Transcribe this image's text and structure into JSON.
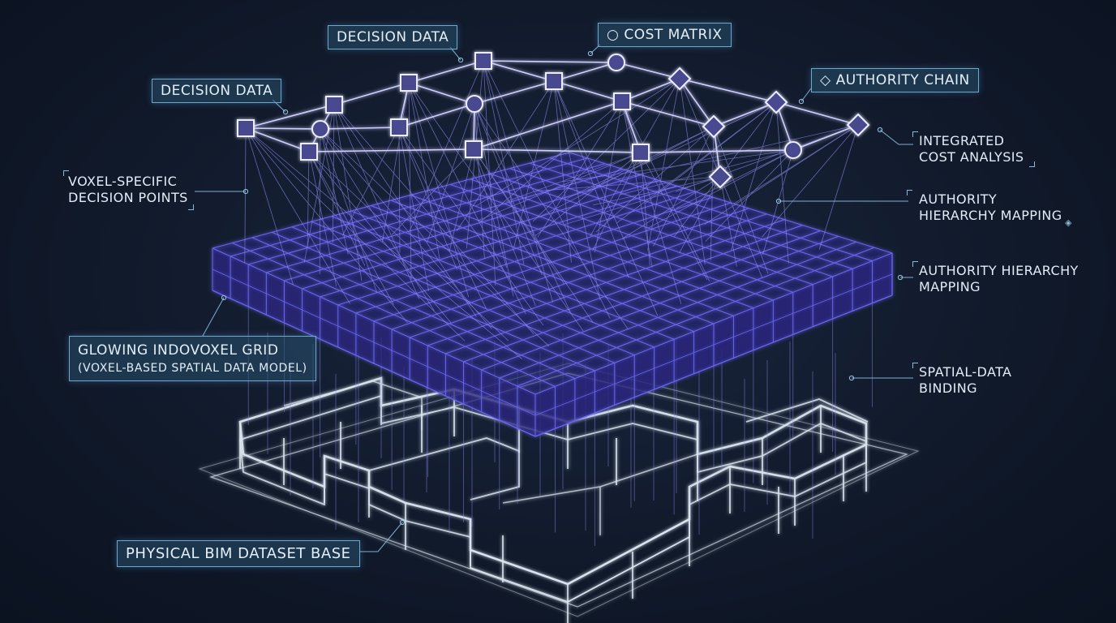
{
  "labels": {
    "decision_data_top": "DECISION DATA",
    "decision_data_left": "DECISION DATA",
    "cost_matrix": "COST MATRIX",
    "authority_chain": "AUTHORITY CHAIN",
    "integrated_cost_1": "INTEGRATED",
    "integrated_cost_2": "COST ANALYSIS",
    "authority_map_1": "AUTHORITY",
    "authority_map_2": "HIERARCHY MAPPING",
    "authority_map_b1": "AUTHORITY HIERARCHY",
    "authority_map_b2": "MAPPING",
    "voxel_points_1": "VOXEL-SPECIFIC",
    "voxel_points_2": "DECISION POINTS",
    "grid_title": "GLOWING INDOVOXEL GRID",
    "grid_sub": "(VOXEL-BASED SPATIAL DATA MODEL)",
    "spatial_binding_1": "SPATIAL-DATA",
    "spatial_binding_2": "BINDING",
    "bim_base": "PHYSICAL BIM DATASET BASE"
  },
  "colors": {
    "grid": "#6a66f0",
    "grid_fill": "#2a2580",
    "network": "#cfd0ff",
    "node_fill": "#4a4890",
    "bim": "#d8e4ee",
    "label_border": "#6fa7c9"
  }
}
